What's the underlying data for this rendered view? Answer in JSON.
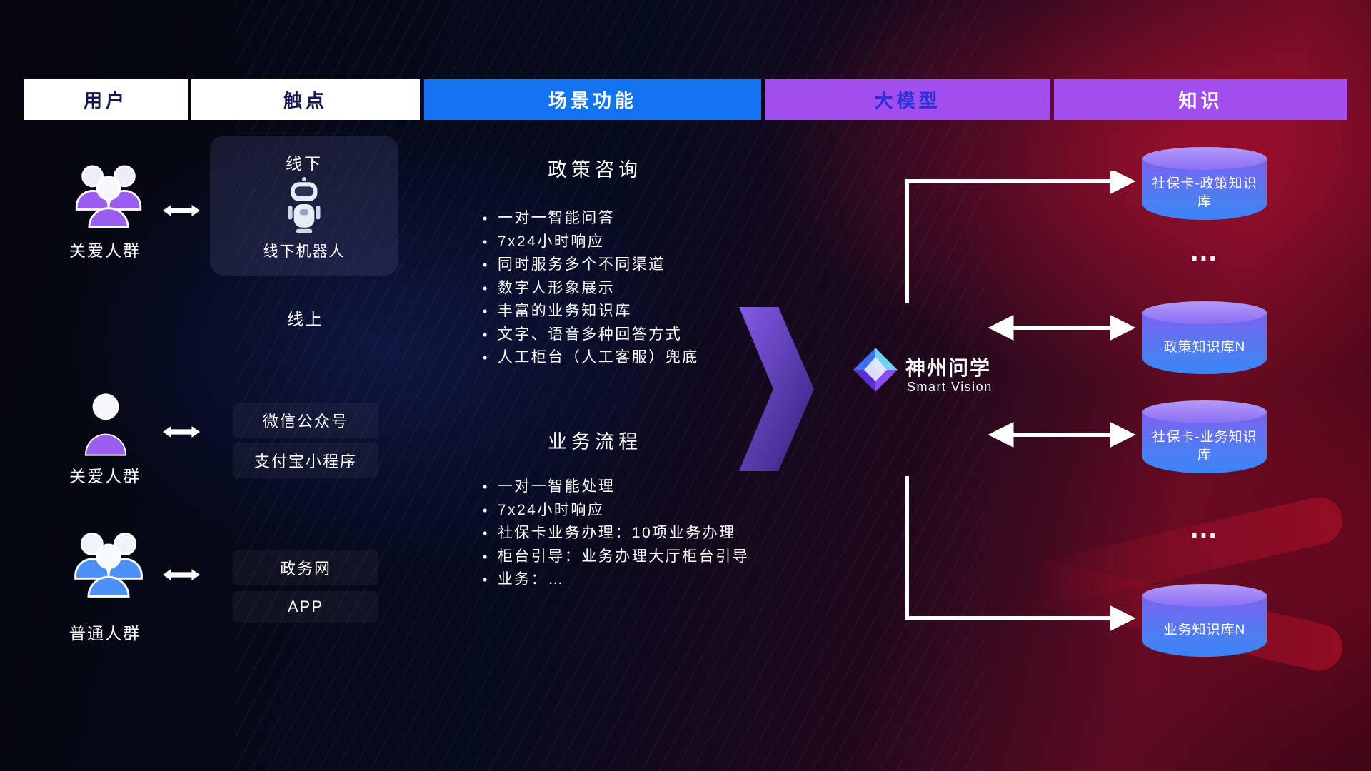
{
  "header": {
    "columns": [
      {
        "label": "用户"
      },
      {
        "label": "触点"
      },
      {
        "label": "场景功能"
      },
      {
        "label": "大模型"
      },
      {
        "label": "知识"
      }
    ]
  },
  "users": {
    "group1_label": "关爱人群",
    "person2_label": "关爱人群",
    "group3_label": "普通人群"
  },
  "touchpoints": {
    "offline_title": "线下",
    "offline_robot_label": "线下机器人",
    "online_title": "线上",
    "wechat": "微信公众号",
    "alipay": "支付宝小程序",
    "gov": "政务网",
    "app": "APP"
  },
  "scenario": {
    "policy": {
      "title": "政策咨询",
      "bullets": [
        "一对一智能问答",
        "7x24小时响应",
        "同时服务多个不同渠道",
        "数字人形象展示",
        "丰富的业务知识库",
        "文字、语音多种回答方式",
        "人工柜台（人工客服）兜底"
      ]
    },
    "business": {
      "title": "业务流程",
      "bullets": [
        "一对一智能处理",
        "7x24小时响应",
        "社保卡业务办理：10项业务办理",
        "柜台引导：业务办理大厅柜台引导",
        "业务：…"
      ]
    }
  },
  "model": {
    "name": "神州问学",
    "subtitle": "Smart Vision"
  },
  "knowledge": {
    "db1": "社保卡-政策知识库",
    "dots1": "…",
    "db2": "政策知识库N",
    "db3": "社保卡-业务知识库",
    "dots2": "…",
    "db4": "业务知识库N"
  },
  "colors": {
    "header_blue": "#1273f0",
    "header_purple": "#a24ded",
    "accent_purple": "#9b5cf0",
    "accent_blue": "#4a90f5",
    "db_gradient_top": "#b39af9",
    "db_gradient_bottom": "#3b82f6",
    "background_red": "#8a0f28"
  }
}
